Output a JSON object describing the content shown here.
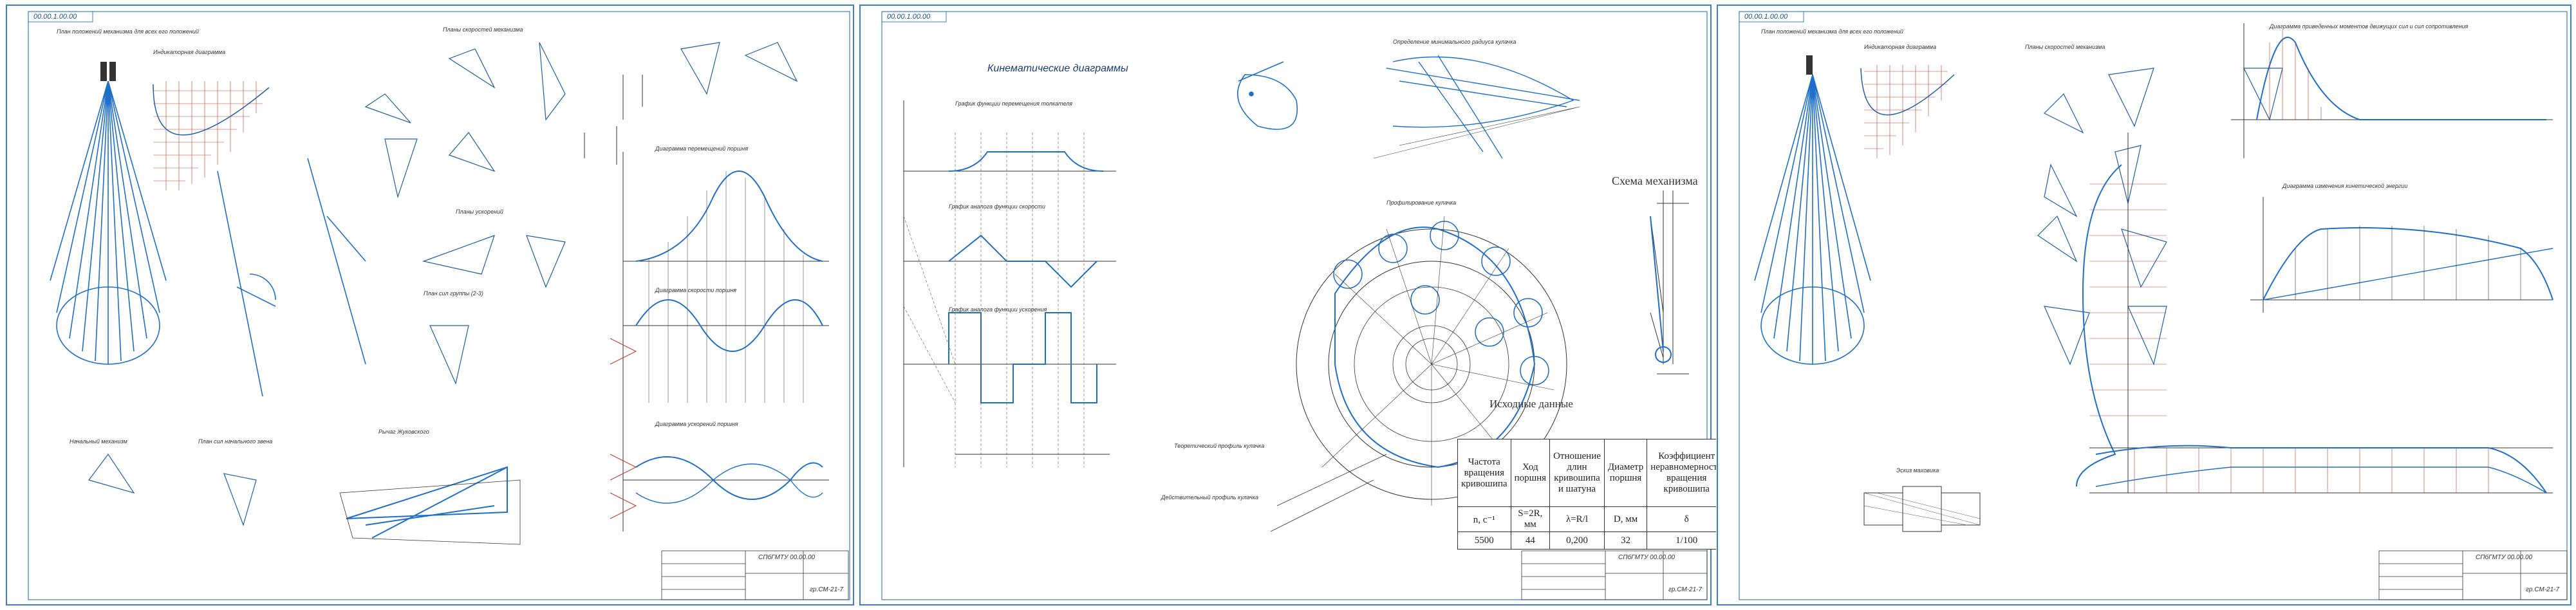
{
  "sheets": [
    {
      "frame_code": "00.00.1.00.00",
      "stamp_code": "СПбГМТУ 00.00.00",
      "stamp_org": "гр.СМ-21-7",
      "captions": [
        "План положений механизма для всех его положений",
        "Индикаторная диаграмма",
        "Планы скоростей механизма",
        "Планы ускорений",
        "План сил группы (2-3)",
        "Диаграмма перемещений поршня",
        "Диаграмма скорости поршня",
        "Диаграмма ускорений поршня",
        "Начальный механизм",
        "План сил начального звена",
        "Рычаг Жуковского"
      ]
    },
    {
      "frame_code": "00.00.1.00.00",
      "title": "Кинематические диаграммы",
      "stamp_code": "СПбГМТУ 00.00.00",
      "stamp_org": "гр.СМ-21-7",
      "captions": [
        "График функции перемещения толкателя",
        "График аналога функции скорости",
        "График аналога функции ускорения",
        "Определение минимального радиуса кулачка",
        "Профилирование кулачка",
        "Теоретический профиль кулачка",
        "Действительный профиль кулачка"
      ],
      "scheme_title": "Схема механизма",
      "input_title": "Исходные данные",
      "params_table": {
        "headers": [
          "Частота вращения кривошипа",
          "Ход поршня",
          "Отношение длин кривошипа и шатуна",
          "Диаметр поршня",
          "Коэффициент неравномерности вращения кривошипа"
        ],
        "symbols": [
          "n, c⁻¹",
          "S=2R, мм",
          "λ=R/l",
          "D, мм",
          "δ"
        ],
        "values": [
          "5500",
          "44",
          "0,200",
          "32",
          "1/100"
        ]
      }
    },
    {
      "frame_code": "00.00.1.00.00",
      "stamp_code": "СПбГМТУ 00.00.00",
      "stamp_org": "гр.СМ-21-7",
      "captions": [
        "План положений механизма для всех его положений",
        "Индикаторная диаграмма",
        "Планы скоростей механизма",
        "Диаграмма приведенных моментов движущих сил и сил сопротивления",
        "Диаграмма изменения кинетической энергии",
        "Эскиз маховика"
      ]
    }
  ]
}
